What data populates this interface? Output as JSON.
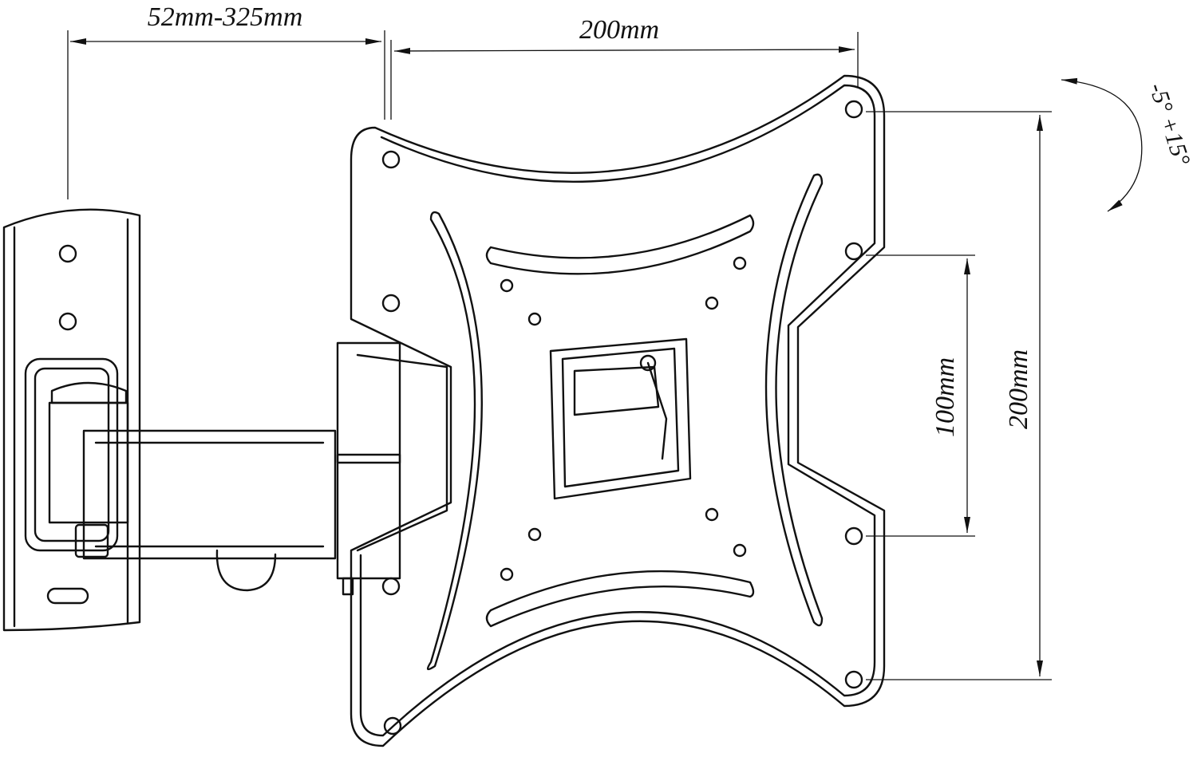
{
  "dimensions": {
    "arm_extension": "52mm-325mm",
    "top_width": "200mm",
    "right_height_inner": "100mm",
    "right_height_outer": "200mm",
    "tilt_range": "-5° +15°"
  },
  "colors": {
    "line": "#111111",
    "background": "#ffffff"
  }
}
